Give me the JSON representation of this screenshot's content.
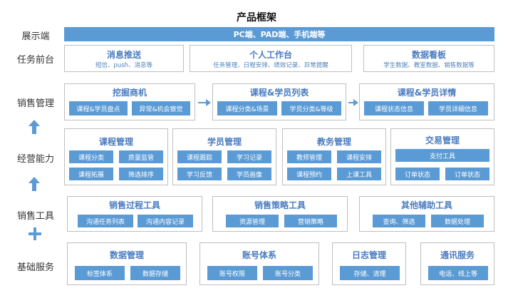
{
  "title": "产品框架",
  "labels": {
    "display": "展示端",
    "frontend": "任务前台",
    "sales_mgmt": "销售管理",
    "operation": "经营能力",
    "sales_tools": "销售工具",
    "base": "基础服务"
  },
  "display_bar": "PC端、PAD端、手机端等",
  "frontend": [
    {
      "title": "消息推送",
      "sub": "短信、push、消息等"
    },
    {
      "title": "个人工作台",
      "sub": "任务管理、日程安排、绩效记录、异常提醒"
    },
    {
      "title": "数据看板",
      "sub": "学生数据、教室数据、销售数据等"
    }
  ],
  "sales_mgmt": [
    {
      "title": "挖掘商机",
      "items": [
        "课程&学员盘点",
        "异常&机会察觉"
      ]
    },
    {
      "title": "课程&学员列表",
      "items": [
        "课程分类&场景",
        "学员分类&等级"
      ]
    },
    {
      "title": "课程&学员详情",
      "items": [
        "课程状态信息",
        "学员详细信息"
      ]
    }
  ],
  "operation": [
    {
      "title": "课程管理",
      "items": [
        "课程分类",
        "质量监管",
        "课程拓展",
        "筛选排序"
      ]
    },
    {
      "title": "学员管理",
      "items": [
        "课程跟踪",
        "学习记录",
        "学习反馈",
        "学员画像"
      ]
    },
    {
      "title": "教务管理",
      "items": [
        "教师管理",
        "课程安排",
        "课程预约",
        "上课工具"
      ]
    },
    {
      "title": "交易管理",
      "items": [
        "支付工具",
        "订单状态",
        "订单状态"
      ]
    }
  ],
  "sales_tools": [
    {
      "title": "销售过程工具",
      "items": [
        "沟通任务列表",
        "沟通内容记录"
      ]
    },
    {
      "title": "销售策略工具",
      "items": [
        "资源管理",
        "营销策略"
      ]
    },
    {
      "title": "其他辅助工具",
      "items": [
        "查询、筛选",
        "数据处理"
      ]
    }
  ],
  "base": [
    {
      "title": "数据管理",
      "items": [
        "标签体系",
        "数据存储"
      ]
    },
    {
      "title": "账号体系",
      "items": [
        "账号权限",
        "账号分类"
      ]
    },
    {
      "title": "日志管理",
      "items": [
        "存储、清理"
      ]
    },
    {
      "title": "通讯服务",
      "items": [
        "电话、线上等"
      ]
    }
  ],
  "colors": {
    "accent": "#5b9bd5",
    "title_text": "#4a7bbf",
    "border": "#bfbfbf"
  }
}
